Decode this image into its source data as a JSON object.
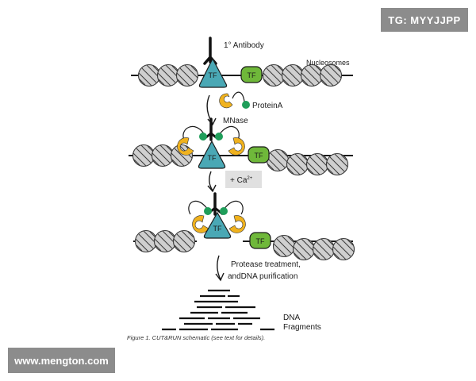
{
  "labels": {
    "antibody": "1° Antibody",
    "nucleosomes": "Nucleosomes",
    "tf": "TF",
    "proteina": "ProteinA",
    "mnase": "MNase",
    "calcium": "+ Ca",
    "calcium_sup": "2+",
    "protease_line1": "Protease treatment,",
    "protease_line2": "andDNA purification",
    "dna_line1": "DNA",
    "dna_line2": "Fragments",
    "caption": "Figure 1. CUT&RUN schematic (see text for details)."
  },
  "watermarks": {
    "top_right": "TG: MYYJJPP",
    "bottom_left": "www.mengton.com"
  },
  "colors": {
    "tf_teal": "#4aa8b5",
    "tf_green": "#6fb83a",
    "protein_a": "#1f9e5a",
    "mnase": "#f0b21e",
    "nucleosome": "#c9c9c9"
  }
}
